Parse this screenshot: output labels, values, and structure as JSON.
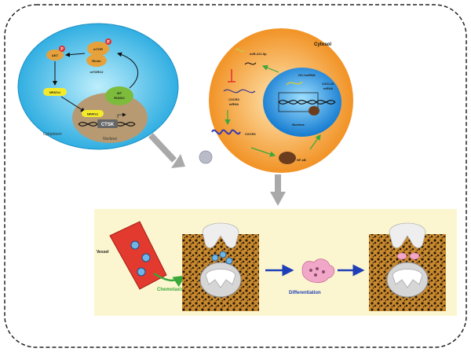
{
  "colors": {
    "cytoplasm": "#3fc1e8",
    "cytosol": "#f7941d",
    "nucleus_left": "#b79a72",
    "nucleus_right": "#1f8fe0",
    "nfatc1": "#f5ea2a",
    "wt_runx2": "#7dbb3c",
    "mtor": "#e6a13a",
    "phospho": "#e0322f",
    "green_arrow": "#39a83a",
    "blue_arrow": "#1f3fb8",
    "gray_arrow": "#a9a9a9",
    "panel_bg": "#fbf6cf"
  },
  "left_cell": {
    "akt": "AKT",
    "phospho": "P",
    "mtor": "mTOR",
    "rictor": "Rictor",
    "mtorc2": "mTORC2",
    "nfatc1": "NFATc1",
    "wt_line1": "WT",
    "wt_line2": "RUNX2",
    "nfatc1_nuc": "NFATc1",
    "ctsk": "CTSK",
    "cytoplasm": "Cytoplasm",
    "nucleus": "Nucleus"
  },
  "right_cell": {
    "cytosol": "Cytosol",
    "mir": "miR-221-5p",
    "oc_lncrna": "OC-lncRNA",
    "cxcl10_1": "CXCL10",
    "cxcl10_2": "mRNA",
    "cxcr3_mrna_1": "CXCR3",
    "cxcr3_mrna_2": "mRNA",
    "nucleus": "Nucleus",
    "cxcr3": "CXCR3",
    "nfkb": "NF-κB"
  },
  "bottom": {
    "vessel": "Vessel",
    "chemotaxis": "Chemotaxis",
    "differentiation": "Differentiation"
  }
}
